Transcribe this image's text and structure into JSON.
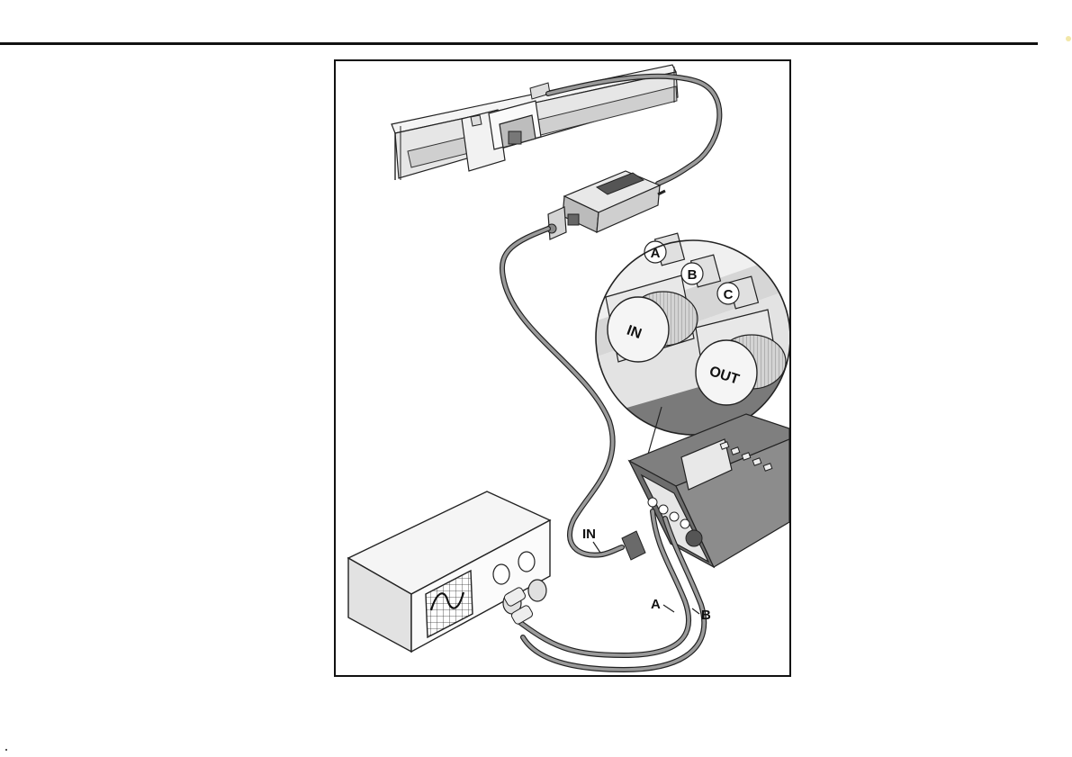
{
  "figure": {
    "labels": {
      "in_cable": "IN",
      "cable_a": "A",
      "cable_b": "B"
    },
    "detail": {
      "port_a": "A",
      "port_b": "B",
      "port_c": "C",
      "connector_in": "IN",
      "connector_out": "OUT"
    }
  },
  "colors": {
    "rule": "#111111",
    "device_dark": "#8a8a8a",
    "device_light": "#d9d9d9",
    "cable": "#9a9a9a"
  }
}
